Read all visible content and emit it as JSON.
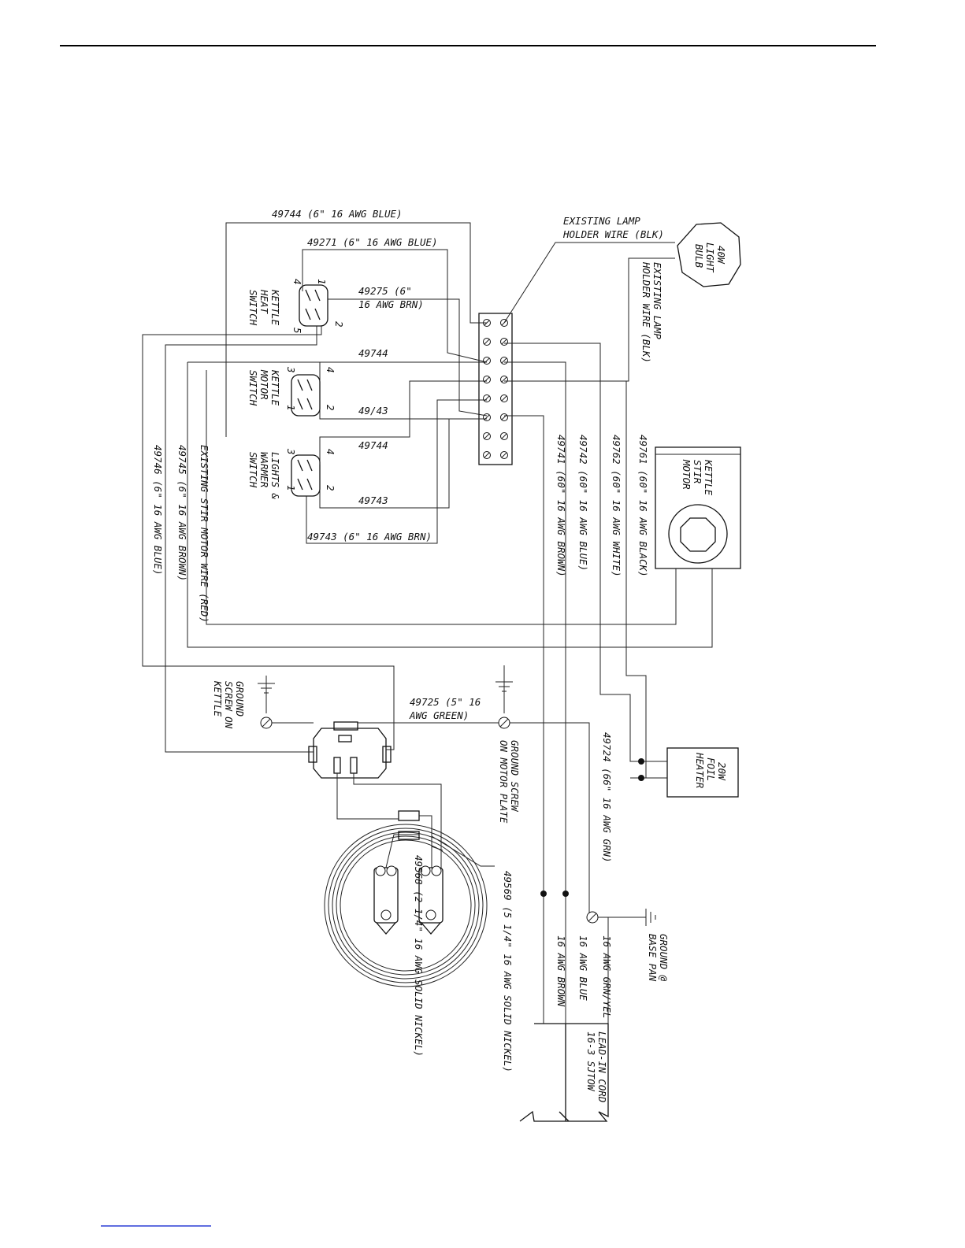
{
  "diagram": {
    "wires": {
      "w49744_top": "49744 (6\" 16 AWG BLUE)",
      "w49271": "49271 (6\" 16 AWG BLUE)",
      "w49275_a": "49275 (6\"",
      "w49275_b": "16 AWG BRN)",
      "w49744_a": "49744",
      "w49743_a": "49/43",
      "w49744_b": "49744",
      "w49743_b": "49743",
      "w49743_bottom": "49743 (6\" 16 AWG BRN)",
      "w49741": "49741 (60\" 16 AWG BROWN)",
      "w49742": "49742 (60\" 16 AWG BLUE)",
      "w49762": "49762 (60\" 16 AWG WHITE)",
      "w49761": "49761 (60\" 16 AWG BLACK)",
      "w49746": "49746 (6\" 16 AWG BLUE)",
      "w49745": "49745 (6\" 16 AWG BROWN)",
      "stir_motor_wire": "EXISTING STIR MOTOR WIRE (RED)",
      "lamp_wire_1_a": "EXISTING LAMP",
      "lamp_wire_1_b": "HOLDER WIRE (BLK)",
      "lamp_wire_2_a": "EXISTING LAMP",
      "lamp_wire_2_b": "HOLDER WIRE (BLK)",
      "w49725_a": "49725 (5\" 16",
      "w49725_b": "AWG GREEN)",
      "w49724": "49724 (66\" 16 AWG GRN)",
      "w49568": "49568 (2 1/4\" 16 AWG SOLID NICKEL)",
      "w49569": "49569 (5 1/4\" 16 AWG SOLID NICKEL)",
      "cord_brown": "16 AWG BROWN",
      "cord_blue": "16 AWG BLUE",
      "cord_grn": "16 AWG GRN/YEL"
    },
    "components": {
      "bulb": [
        "40W",
        "LIGHT",
        "BULB"
      ],
      "heat_switch": [
        "KETTLE",
        "HEAT",
        "SWITCH"
      ],
      "motor_switch": [
        "KETTLE",
        "MOTOR",
        "SWITCH"
      ],
      "warmer_switch": [
        "LIGHTS &",
        "WARMER",
        "SWITCH"
      ],
      "stir_motor": [
        "KETTLE",
        "STIR",
        "MOTOR"
      ],
      "foil_heater": [
        "20W",
        "FOIL",
        "HEATER"
      ],
      "ground_kettle": [
        "GROUND",
        "SCREW ON",
        "KETTLE"
      ],
      "ground_motor": [
        "GROUND SCREW",
        "ON MOTOR PLATE"
      ],
      "ground_base": [
        "GROUND @",
        "BASE PAN"
      ],
      "lead_cord": [
        "LEAD-IN CORD",
        "16-3 SJTOW"
      ]
    },
    "pins": {
      "heat": [
        "1",
        "4",
        "5",
        "2"
      ],
      "motor": [
        "4",
        "3",
        "1",
        "2"
      ],
      "warmer": [
        "4",
        "3",
        "1",
        "2"
      ]
    }
  }
}
